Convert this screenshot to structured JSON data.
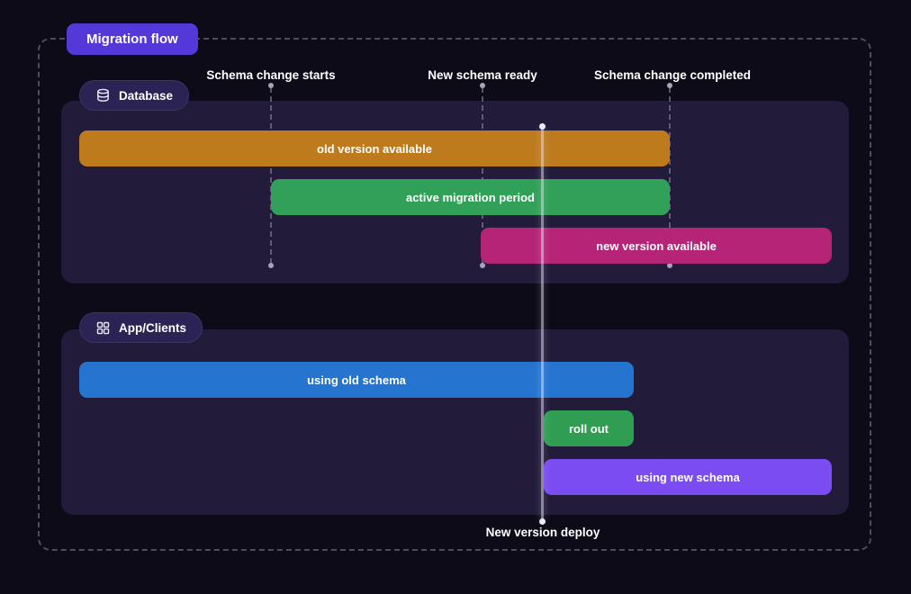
{
  "title": "Migration flow",
  "milestones": [
    {
      "label": "Schema change starts"
    },
    {
      "label": "New schema ready"
    },
    {
      "label": "Schema change completed"
    }
  ],
  "deploy": {
    "label": "New version deploy"
  },
  "sections": [
    {
      "label": "Database",
      "icon": "database-icon",
      "bars": [
        {
          "label": "old version available",
          "color": "#bd7b1e"
        },
        {
          "label": "active migration period",
          "color": "#31a058"
        },
        {
          "label": "new version available",
          "color": "#b52476"
        }
      ]
    },
    {
      "label": "App/Clients",
      "icon": "grid-icon",
      "bars": [
        {
          "label": "using old schema",
          "color": "#2474d0"
        },
        {
          "label": "roll out",
          "color": "#2f9e52"
        },
        {
          "label": "using new schema",
          "color": "#7a4cf2"
        }
      ]
    }
  ],
  "colors": {
    "background": "#0c0b17",
    "panel": "#221c3a",
    "title_badge": "#5438d8",
    "section_badge": "#2c2355"
  }
}
